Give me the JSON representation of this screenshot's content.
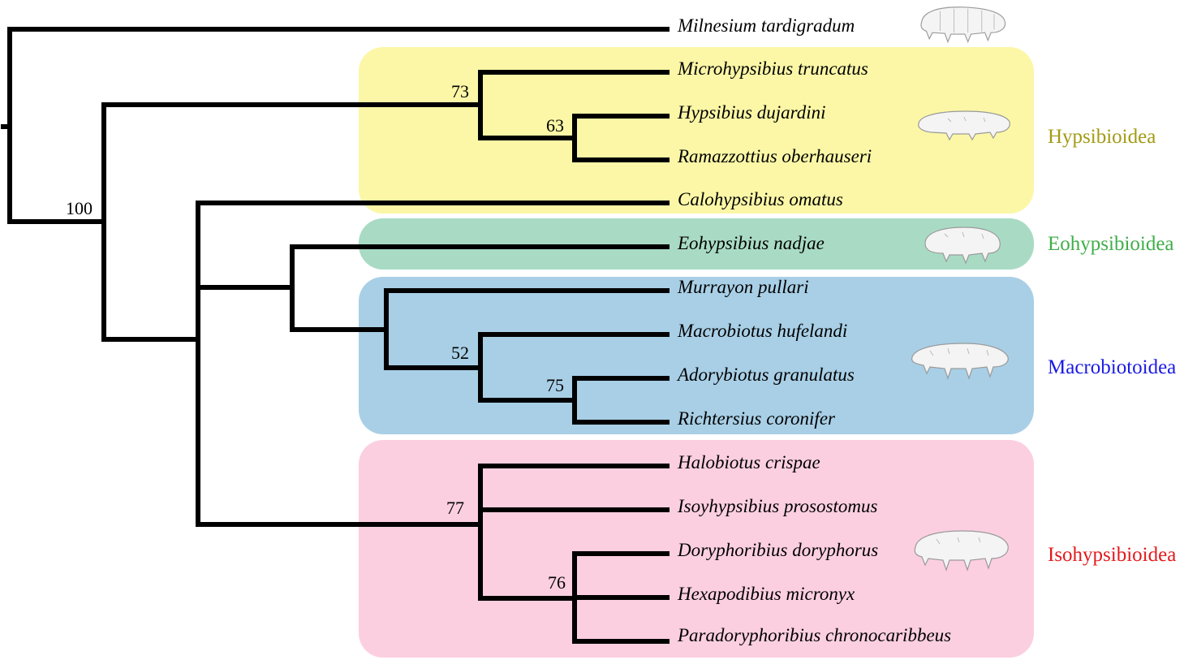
{
  "taxa": [
    {
      "name": "Milnesium tardigradum",
      "color": "#000000"
    },
    {
      "name": "Microhypsibius truncatus",
      "color": "#000000"
    },
    {
      "name": "Hypsibius dujardini",
      "color": "#000000"
    },
    {
      "name": "Ramazzottius oberhauseri",
      "color": "#000000"
    },
    {
      "name": "Calohypsibius omatus",
      "color": "#000000"
    },
    {
      "name": "Eohypsibius nadjae",
      "color": "#000000"
    },
    {
      "name": "Murrayon pullari",
      "color": "#000000"
    },
    {
      "name": "Macrobiotus hufelandi",
      "color": "#000000"
    },
    {
      "name": "Adorybiotus granulatus",
      "color": "#000000"
    },
    {
      "name": "Richtersius coronifer",
      "color": "#000000"
    },
    {
      "name": "Halobiotus crispae",
      "color": "#000000"
    },
    {
      "name": "Isoyhypsibius prosostomus",
      "color": "#000000"
    },
    {
      "name": "Doryphoribius doryphorus",
      "color": "#000000"
    },
    {
      "name": "Hexapodibius micronyx",
      "color": "#000000"
    },
    {
      "name": "Paradoryphoribius chronocaribbeus",
      "color": "#e00000"
    }
  ],
  "support_values": [
    "100",
    "73",
    "63",
    "52",
    "75",
    "77",
    "76"
  ],
  "clades": [
    {
      "name": "Hypsibioidea",
      "label_color": "#a39a14",
      "box_color": "#fbf7a6"
    },
    {
      "name": "Eohypsibioidea",
      "label_color": "#3fae49",
      "box_color": "#a9dbc4"
    },
    {
      "name": "Macrobiotoidea",
      "label_color": "#1a1ae6",
      "box_color": "#a8cfe6"
    },
    {
      "name": "Isohypsibioidea",
      "label_color": "#e31a1c",
      "box_color": "#fbcfe0"
    }
  ],
  "icons": [
    "tardigrade-illustration",
    "tardigrade-illustration",
    "tardigrade-illustration",
    "tardigrade-illustration",
    "tardigrade-illustration"
  ]
}
